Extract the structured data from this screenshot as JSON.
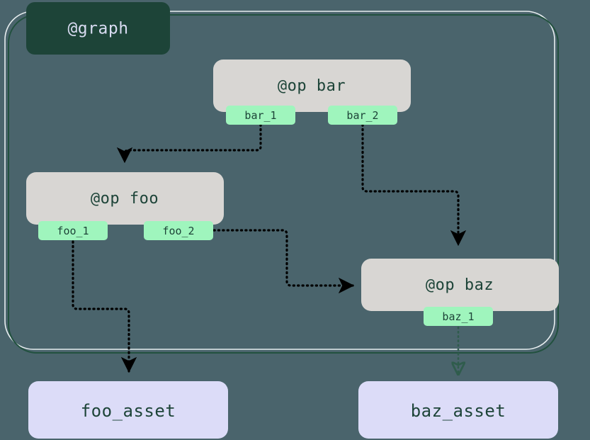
{
  "diagram": {
    "type": "dagster-graph",
    "background_color": "#4a646c",
    "cluster": {
      "label": "@graph",
      "label_bg_color": "#1d4438",
      "label_text_color": "#d9dcf2",
      "border_color": "#1d4438",
      "border_highlight_color": "#e8eef0"
    },
    "op_nodes": [
      {
        "id": "bar",
        "label": "@op bar",
        "fill": "#d8d6d3",
        "text_color": "#1d4438",
        "ports": [
          {
            "id": "bar_1",
            "label": "bar_1",
            "fill": "#9ff5bd"
          },
          {
            "id": "bar_2",
            "label": "bar_2",
            "fill": "#9ff5bd"
          }
        ]
      },
      {
        "id": "foo",
        "label": "@op foo",
        "fill": "#d8d6d3",
        "text_color": "#1d4438",
        "ports": [
          {
            "id": "foo_1",
            "label": "foo_1",
            "fill": "#9ff5bd"
          },
          {
            "id": "foo_2",
            "label": "foo_2",
            "fill": "#9ff5bd"
          }
        ]
      },
      {
        "id": "baz",
        "label": "@op baz",
        "fill": "#d8d6d3",
        "text_color": "#1d4438",
        "ports": [
          {
            "id": "baz_1",
            "label": "baz_1",
            "fill": "#9ff5bd"
          }
        ]
      }
    ],
    "asset_nodes": [
      {
        "id": "foo_asset",
        "label": "foo_asset",
        "fill": "#dcdcf8",
        "text_color": "#1d4438"
      },
      {
        "id": "baz_asset",
        "label": "baz_asset",
        "fill": "#dcdcf8",
        "text_color": "#1d4438"
      }
    ],
    "edges": [
      {
        "from": "bar_1",
        "to": "foo",
        "style": "dotted",
        "color": "#000000",
        "arrow": "solid"
      },
      {
        "from": "bar_2",
        "to": "baz",
        "style": "dotted",
        "color": "#000000",
        "arrow": "solid"
      },
      {
        "from": "foo_2",
        "to": "baz",
        "style": "dotted",
        "color": "#000000",
        "arrow": "solid"
      },
      {
        "from": "foo_1",
        "to": "foo_asset",
        "style": "dotted",
        "color": "#000000",
        "arrow": "solid"
      },
      {
        "from": "baz_1",
        "to": "baz_asset",
        "style": "dotted",
        "color": "#2f5c4c",
        "arrow": "hollow"
      }
    ]
  }
}
